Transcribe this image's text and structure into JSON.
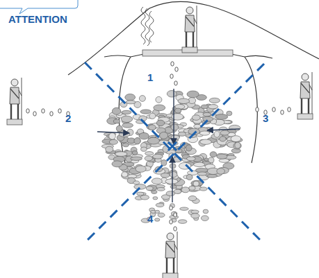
{
  "diagram": {
    "labels": [
      "ATTENTION",
      "1",
      "2",
      "3",
      "4"
    ]
  }
}
